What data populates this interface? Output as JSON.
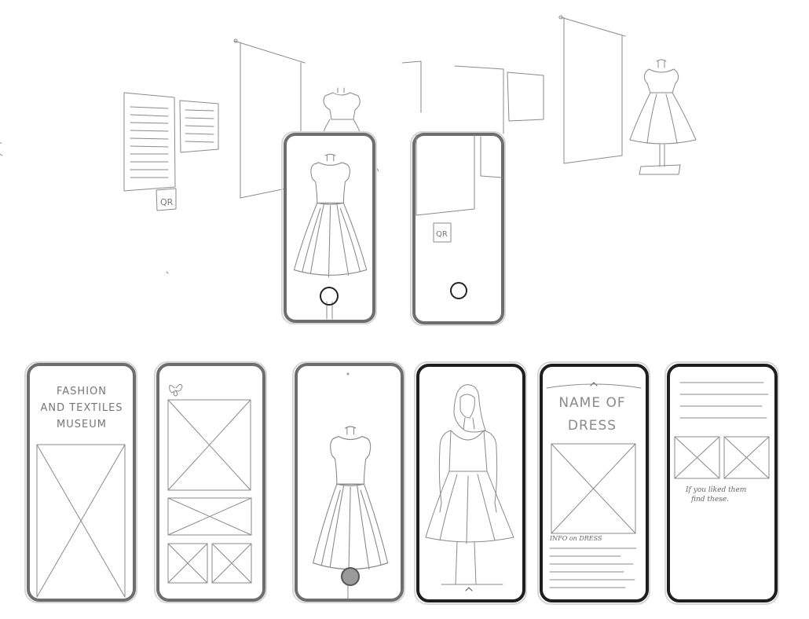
{
  "background_scene": {
    "qr_label": "QR",
    "qr_label_small": "QR"
  },
  "screens": [
    {
      "id": "home",
      "title_lines": [
        "FASHION",
        "AND  TEXTILES",
        "MUSEUM"
      ]
    },
    {
      "id": "browse"
    },
    {
      "id": "camera"
    },
    {
      "id": "try-on"
    },
    {
      "id": "detail",
      "title_lines": [
        "NAME OF",
        "DRESS"
      ],
      "info_label": "INFO on DRESS"
    },
    {
      "id": "recommend",
      "caption_lines": [
        "If you liked them",
        "find these."
      ]
    }
  ],
  "colors": {
    "frame": "#6e6e6e",
    "frame_dark": "#1e1e1e",
    "sketch": "#8a8a8a",
    "shutter_fill": "#9a9a9a"
  }
}
